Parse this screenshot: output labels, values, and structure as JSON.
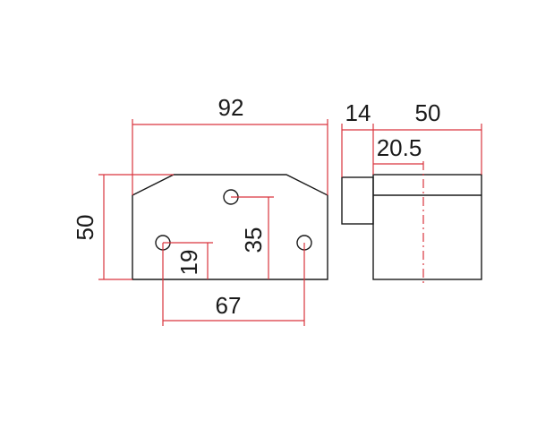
{
  "front_view": {
    "overall_width": "92",
    "overall_height": "50",
    "hole_spacing_horizontal": "67",
    "hole_height_low": "19",
    "hole_height_high": "35"
  },
  "side_view": {
    "protrusion_width": "14",
    "body_width": "50",
    "center_offset": "20.5"
  },
  "colors": {
    "outline": "#1a1a1a",
    "dimension": "#d9343d",
    "background": "#ffffff"
  }
}
